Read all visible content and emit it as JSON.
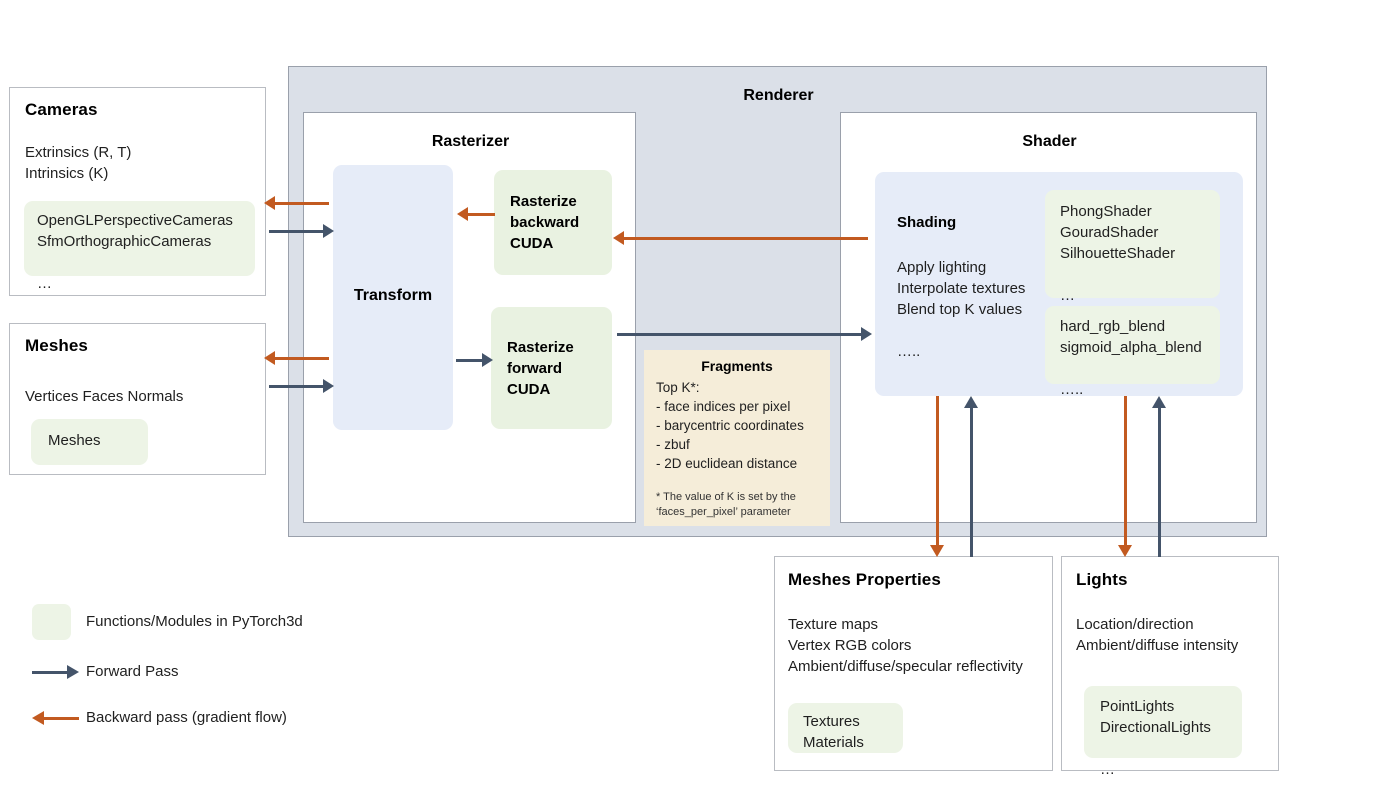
{
  "colors": {
    "forward": "#44546a",
    "backward": "#c25a20",
    "module_green": "#edf4e6",
    "transform_blue": "#e6ecf8",
    "renderer_gray": "#dbe0e8",
    "fragments_cream": "#f5edd9"
  },
  "cameras": {
    "title": "Cameras",
    "properties": "Extrinsics (R, T)\nIntrinsics (K)",
    "modules": "OpenGLPerspectiveCameras\nSfmOrthographicCameras\n\n…"
  },
  "meshes": {
    "title": "Meshes",
    "properties": "Vertices   Faces   Normals",
    "modules": "Meshes"
  },
  "renderer": {
    "title": "Renderer"
  },
  "rasterizer": {
    "title": "Rasterizer",
    "transform_label": "Transform",
    "backward_label": "Rasterize\nbackward\nCUDA",
    "forward_label": "Rasterize\nforward\nCUDA"
  },
  "fragments": {
    "title": "Fragments",
    "body": "Top K*:\n- face indices per pixel\n- barycentric coordinates\n- zbuf\n- 2D euclidean distance",
    "note": "* The value of K is set by the\n‘faces_per_pixel’ parameter"
  },
  "shader": {
    "title": "Shader",
    "shading_label": "Shading",
    "shading_body": "Apply lighting\nInterpolate textures\nBlend top K values\n\n…..",
    "shader_modules": "PhongShader\nGouradShader\nSilhouetteShader\n\n…",
    "blend_modules": "hard_rgb_blend\nsigmoid_alpha_blend\n\n….."
  },
  "meshes_properties": {
    "title": "Meshes Properties",
    "properties": "Texture maps\nVertex RGB colors\nAmbient/diffuse/specular reflectivity\n\n…",
    "modules": "Textures\nMaterials"
  },
  "lights": {
    "title": "Lights",
    "properties": "Location/direction\nAmbient/diffuse intensity",
    "modules": "PointLights\nDirectionalLights\n\n…"
  },
  "legend": {
    "modules": "Functions/Modules in PyTorch3d",
    "forward": "Forward Pass",
    "backward": "Backward pass (gradient flow)"
  }
}
